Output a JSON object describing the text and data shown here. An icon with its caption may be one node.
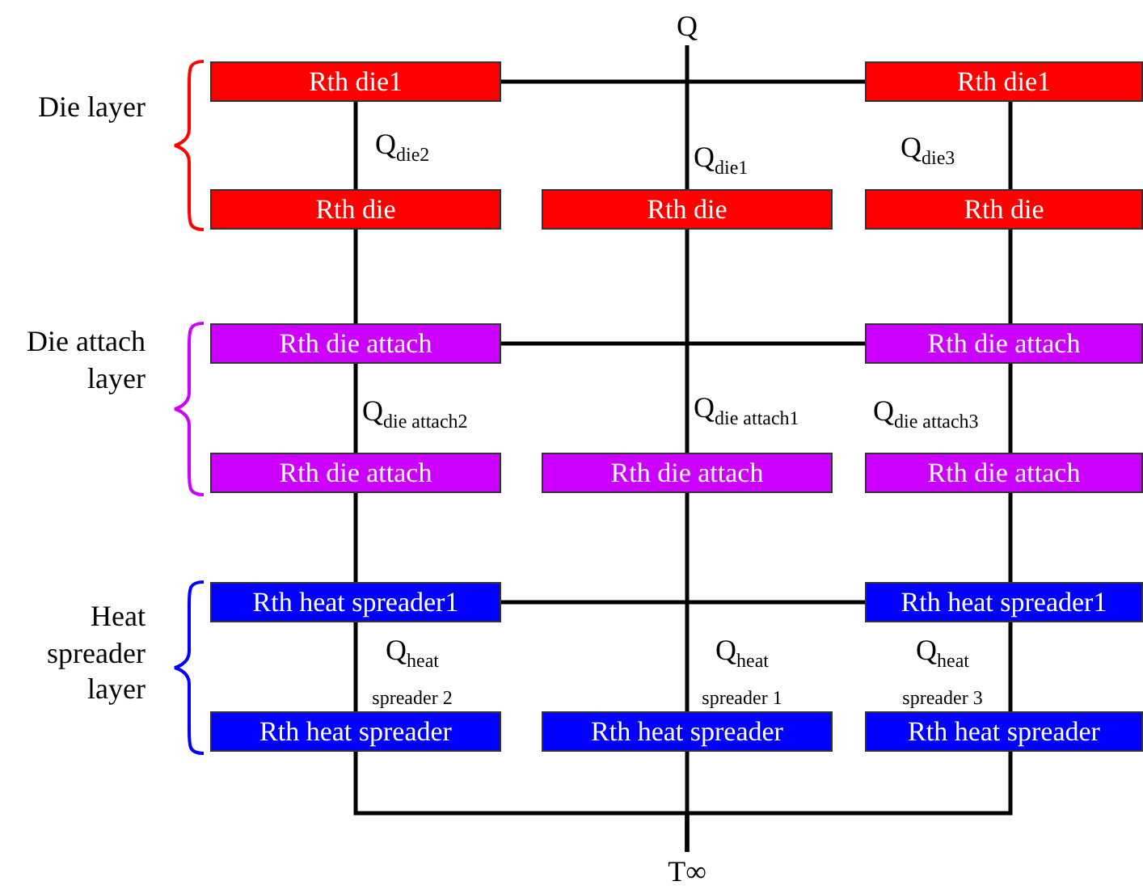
{
  "diagram": {
    "nodes": [
      {
        "text": [
          "Q"
        ]
      },
      {
        "text": [
          "Rth die1"
        ]
      },
      {
        "text": [
          "Rth die1"
        ]
      },
      {
        "text": [
          "Rth die"
        ]
      },
      {
        "text": [
          "Rth die"
        ]
      },
      {
        "text": [
          "Rth die"
        ]
      },
      {
        "text": [
          "Rth die attach"
        ]
      },
      {
        "text": [
          "Rth die attach"
        ]
      },
      {
        "text": [
          "Rth die attach"
        ]
      },
      {
        "text": [
          "Rth die attach"
        ]
      },
      {
        "text": [
          "Rth die attach"
        ]
      },
      {
        "text": [
          "Rth heat spreader1"
        ]
      },
      {
        "text": [
          "Rth heat spreader1"
        ]
      },
      {
        "text": [
          "Rth heat spreader"
        ]
      },
      {
        "text": [
          "Rth heat spreader"
        ]
      },
      {
        "text": [
          "Rth heat spreader"
        ]
      },
      {
        "text": [
          "T∞"
        ]
      }
    ],
    "edges": [
      {
        "from": 1,
        "to": 2,
        "arrow": "none"
      },
      {
        "from": 0,
        "to": 4,
        "arrow": "none",
        "label": "Q$_{die1}$"
      },
      {
        "from": 1,
        "to": 3,
        "arrow": "none",
        "label": "Q$_{die2}$"
      },
      {
        "from": 2,
        "to": 5,
        "arrow": "none",
        "label": "Q$_{die3}$"
      },
      {
        "from": 3,
        "to": 6,
        "arrow": "none"
      },
      {
        "from": 5,
        "to": 7,
        "arrow": "none"
      },
      {
        "from": 6,
        "to": 7,
        "arrow": "none"
      },
      {
        "from": 4,
        "to": 9,
        "arrow": "none",
        "label": "Q$_{die attach1}$"
      },
      {
        "from": 6,
        "to": 8,
        "arrow": "none",
        "label": "Q$_{die attach2}$"
      },
      {
        "from": 7,
        "to": 10,
        "arrow": "none",
        "label": "Q$_{die attach3}$"
      },
      {
        "from": 8,
        "to": 11,
        "arrow": "none"
      },
      {
        "from": 10,
        "to": 12,
        "arrow": "none"
      },
      {
        "from": 11,
        "to": 12,
        "arrow": "none"
      },
      {
        "from": 9,
        "to": 14,
        "arrow": "none",
        "label": "Q$_{heat spreader 1}$"
      },
      {
        "from": 11,
        "to": 13,
        "arrow": "none",
        "label": "Q$_{heat spreader 2}$"
      },
      {
        "from": 12,
        "to": 15,
        "arrow": "none",
        "label": "Q$_{heat spreader 3}$"
      },
      {
        "from": 13,
        "to": 16,
        "arrow": "none"
      },
      {
        "from": 14,
        "to": 16,
        "arrow": "none"
      },
      {
        "from": 15,
        "to": 16,
        "arrow": "none"
      }
    ],
    "labels": [
      "Die layer",
      "Die attach layer",
      "Heat spreader layer"
    ]
  }
}
